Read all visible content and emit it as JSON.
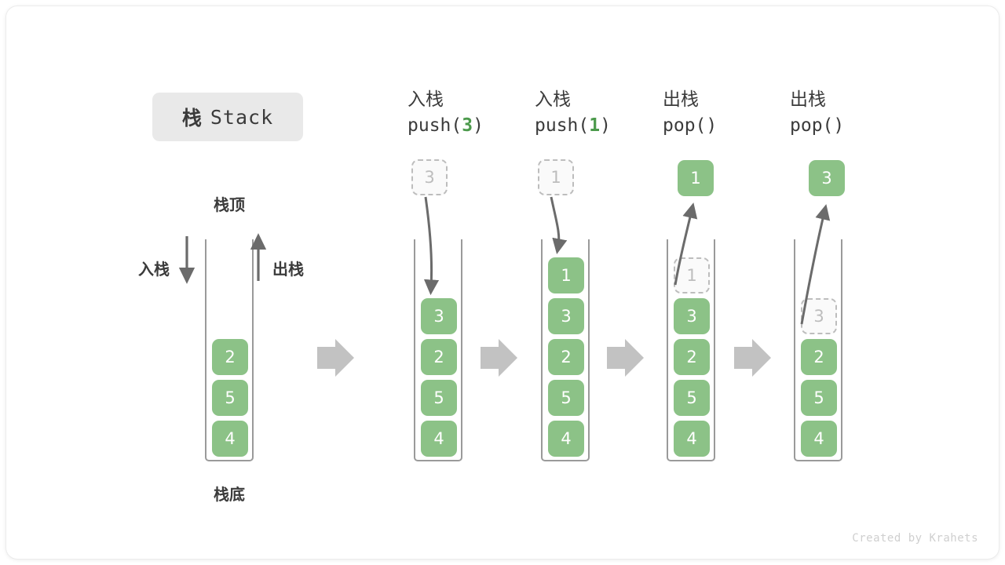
{
  "diagram": {
    "title_cn": "栈",
    "title_en": "Stack",
    "label_top": "栈顶",
    "label_bottom": "栈底",
    "label_push": "入栈",
    "label_pop": "出栈",
    "footer": "Created by Krahets",
    "colors": {
      "cell_fill": "#8cc287",
      "cell_text": "#ffffff",
      "ghost_border": "#bdbdbd",
      "ghost_text": "#bdbdbd",
      "wall": "#9a9a9a",
      "arrow": "#6b6b6b",
      "big_arrow": "#c2c2c2",
      "badge_bg": "#e9e9e9",
      "accent_green": "#4c9a4c",
      "text": "#3b3b3b"
    }
  },
  "steps": [
    {
      "id": "initial",
      "head_line1": "",
      "head_line2": "",
      "stack": [
        "2",
        "5",
        "4"
      ],
      "floating": null,
      "ghost_in_stack": null
    },
    {
      "id": "push-3",
      "head_line1": "入栈",
      "head_line2_pre": "push(",
      "head_line2_arg": "3",
      "head_line2_post": ")",
      "stack": [
        "3",
        "2",
        "5",
        "4"
      ],
      "floating": {
        "value": "3",
        "kind": "ghost"
      },
      "direction": "down"
    },
    {
      "id": "push-1",
      "head_line1": "入栈",
      "head_line2_pre": "push(",
      "head_line2_arg": "1",
      "head_line2_post": ")",
      "stack": [
        "1",
        "3",
        "2",
        "5",
        "4"
      ],
      "floating": {
        "value": "1",
        "kind": "ghost"
      },
      "direction": "down"
    },
    {
      "id": "pop-1",
      "head_line1": "出栈",
      "head_line2_pre": "pop(",
      "head_line2_arg": "",
      "head_line2_post": ")",
      "stack": [
        "3",
        "2",
        "5",
        "4"
      ],
      "ghost_in_stack": "1",
      "floating": {
        "value": "1",
        "kind": "filled"
      },
      "direction": "up"
    },
    {
      "id": "pop-3",
      "head_line1": "出栈",
      "head_line2_pre": "pop(",
      "head_line2_arg": "",
      "head_line2_post": ")",
      "stack": [
        "2",
        "5",
        "4"
      ],
      "ghost_in_stack": "3",
      "floating": {
        "value": "3",
        "kind": "filled"
      },
      "direction": "up"
    }
  ]
}
